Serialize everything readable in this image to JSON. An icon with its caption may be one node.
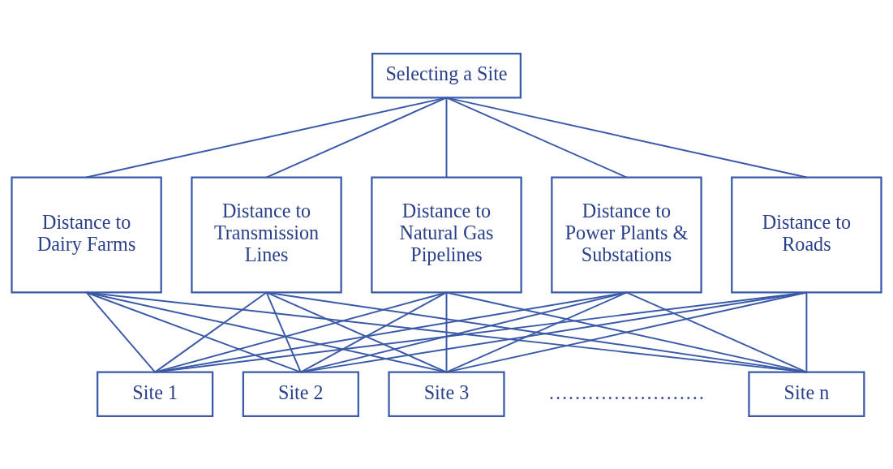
{
  "diagram": {
    "nodes": [
      {
        "text": [
          "Selecting a Site"
        ]
      },
      {
        "text": [
          "Distance to Dairy Farms"
        ]
      },
      {
        "text": [
          "Distance to Transmission Lines"
        ]
      },
      {
        "text": [
          "Distance to Natural Gas Pipelines"
        ]
      },
      {
        "text": [
          "Distance to Power Plants & Substations"
        ]
      },
      {
        "text": [
          "Distance to Roads"
        ]
      },
      {
        "text": [
          "Site 1"
        ]
      },
      {
        "text": [
          "Site 2"
        ]
      },
      {
        "text": [
          "Site 3"
        ]
      },
      {
        "text": [
          "Site n"
        ]
      }
    ],
    "edges": [
      {
        "from": 0,
        "to": 1,
        "arrow": "none"
      },
      {
        "from": 0,
        "to": 2,
        "arrow": "none"
      },
      {
        "from": 0,
        "to": 3,
        "arrow": "none"
      },
      {
        "from": 0,
        "to": 4,
        "arrow": "none"
      },
      {
        "from": 0,
        "to": 5,
        "arrow": "none"
      },
      {
        "from": 1,
        "to": 6,
        "arrow": "none"
      },
      {
        "from": 1,
        "to": 7,
        "arrow": "none"
      },
      {
        "from": 1,
        "to": 8,
        "arrow": "none"
      },
      {
        "from": 1,
        "to": 9,
        "arrow": "none"
      },
      {
        "from": 2,
        "to": 6,
        "arrow": "none"
      },
      {
        "from": 2,
        "to": 7,
        "arrow": "none"
      },
      {
        "from": 2,
        "to": 8,
        "arrow": "none"
      },
      {
        "from": 2,
        "to": 9,
        "arrow": "none"
      },
      {
        "from": 3,
        "to": 6,
        "arrow": "none"
      },
      {
        "from": 3,
        "to": 7,
        "arrow": "none"
      },
      {
        "from": 3,
        "to": 8,
        "arrow": "none"
      },
      {
        "from": 3,
        "to": 9,
        "arrow": "none"
      },
      {
        "from": 4,
        "to": 6,
        "arrow": "none"
      },
      {
        "from": 4,
        "to": 7,
        "arrow": "none"
      },
      {
        "from": 4,
        "to": 8,
        "arrow": "none"
      },
      {
        "from": 4,
        "to": 9,
        "arrow": "none"
      },
      {
        "from": 5,
        "to": 6,
        "arrow": "none"
      },
      {
        "from": 5,
        "to": 7,
        "arrow": "none"
      },
      {
        "from": 5,
        "to": 8,
        "arrow": "none"
      },
      {
        "from": 5,
        "to": 9,
        "arrow": "none"
      }
    ],
    "labels": [
      "……………………"
    ]
  }
}
